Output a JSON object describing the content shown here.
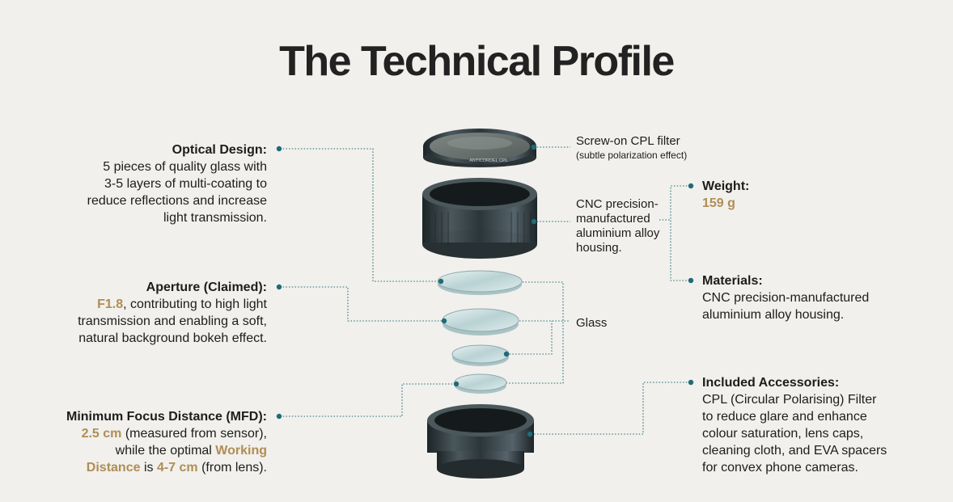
{
  "title": "The Technical Profile",
  "optical": {
    "heading": "Optical Design:",
    "lines": [
      "5 pieces of quality glass with",
      "3-5 layers of multi-coating to",
      "reduce reflections and increase",
      "light transmission."
    ]
  },
  "aperture": {
    "heading": "Aperture (Claimed):",
    "value": "F1.8",
    "line1_rest": ", contributing to high light",
    "line2": "transmission and enabling a soft,",
    "line3": "natural background bokeh effect."
  },
  "mfd": {
    "heading": "Minimum Focus Distance (MFD):",
    "value": "2.5 cm",
    "line1_rest": " (measured from sensor),",
    "line2_pre": "while the optimal ",
    "working_a": "Working",
    "working_b": "Distance",
    "line3_mid": " is ",
    "range": "4-7 cm",
    "line3_post": " (from lens)."
  },
  "filter_label": {
    "line1": "Screw-on CPL filter",
    "line2": "(subtle polarization effect)"
  },
  "housing_label": [
    "CNC precision-",
    "manufactured",
    "aluminium alloy",
    "housing."
  ],
  "glass_label": "Glass",
  "weight": {
    "heading": "Weight:",
    "value": "159 g"
  },
  "materials": {
    "heading": "Materials:",
    "lines": [
      "CNC precision-manufactured",
      "aluminium alloy housing."
    ]
  },
  "accessories": {
    "heading": "Included Accessories:",
    "lines": [
      "CPL (Circular Polarising) Filter",
      "to reduce glare and enhance",
      "colour saturation, lens caps,",
      "cleaning cloth, and EVA spacers",
      "for convex phone cameras."
    ]
  },
  "filter_ring_text": "ANTICORDEL   CPL",
  "colors": {
    "accent": "#1f6b77",
    "highlight": "#b08d55",
    "metal": "#2f3a3d"
  }
}
